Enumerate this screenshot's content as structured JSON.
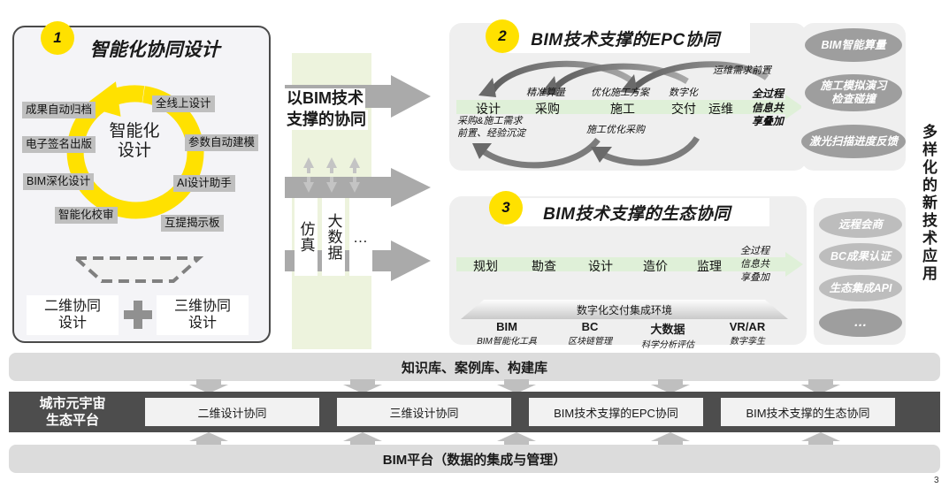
{
  "panel1": {
    "badge": "1",
    "title": "智能化协同设计",
    "center": "智能化\n设计",
    "center_line1": "智能化",
    "center_line2": "设计",
    "chips_left": [
      "成果自动归档",
      "电子签名出版",
      "BIM深化设计",
      "智能化校审"
    ],
    "chips_right": [
      "全线上设计",
      "参数自动建模",
      "AI设计助手",
      "互提揭示板"
    ],
    "bottom_left": "二维协同\n设计",
    "bottom_left_l1": "二维协同",
    "bottom_left_l2": "设计",
    "plus": "+",
    "bottom_right_l1": "三维协同",
    "bottom_right_l2": "设计"
  },
  "middle": {
    "headline_l1": "以BIM技术",
    "headline_l2": "支撑的协同",
    "boxes": [
      "仿真",
      "大数据",
      "…"
    ]
  },
  "panel2": {
    "badge": "2",
    "title": "BIM技术支撑的EPC协同",
    "stages": [
      "设计",
      "采购",
      "施工",
      "交付",
      "运维"
    ],
    "above_labels": [
      "精准算量",
      "优化施工方案",
      "数字化"
    ],
    "top_right_anno": "运维需求前置",
    "below_anno_1_l1": "采购&施工需求",
    "below_anno_1_l2": "前置、经验沉淀",
    "below_anno_2": "施工优化采购",
    "tail_l1": "全过程",
    "tail_l2": "信息共",
    "tail_l3": "享叠加"
  },
  "panel3": {
    "badge": "3",
    "title": "BIM技术支撑的生态协同",
    "stages": [
      "规划",
      "勘查",
      "设计",
      "造价",
      "监理"
    ],
    "tail_l1": "全过程",
    "tail_l2": "信息共",
    "tail_l3": "享叠加",
    "env_title": "数字化交付集成环境",
    "techs": [
      {
        "name": "BIM",
        "sub": "BIM智能化工具"
      },
      {
        "name": "BC",
        "sub": "区块链管理"
      },
      {
        "name": "大数据",
        "sub": "科学分析评估"
      },
      {
        "name": "VR/AR",
        "sub": "数字孪生"
      }
    ]
  },
  "pills_top": [
    "BIM智能算量",
    "施工模拟演习\n检查碰撞",
    "激光扫描进度反馈"
  ],
  "pills_top_items": [
    {
      "l1": "BIM智能算量",
      "l2": ""
    },
    {
      "l1": "施工模拟演习",
      "l2": "检查碰撞"
    },
    {
      "l1": "激光扫描进度反馈",
      "l2": ""
    }
  ],
  "pills_bottom_items": [
    {
      "l1": "远程会商",
      "l2": ""
    },
    {
      "l1": "BC成果认证",
      "l2": ""
    },
    {
      "l1": "生态集成API",
      "l2": ""
    },
    {
      "l1": "…",
      "l2": ""
    }
  ],
  "right_caption": "多样化的新技术应用",
  "bottom": {
    "knowledge_bar": "知识库、案例库、构建库",
    "platform_l1": "城市元宇宙",
    "platform_l2": "生态平台",
    "platform_items": [
      "二维设计协同",
      "三维设计协同",
      "BIM技术支撑的EPC协同",
      "BIM技术支撑的生态协同"
    ],
    "bim_bar": "BIM平台（数据的集成与管理）"
  },
  "page_number": "3",
  "colors": {
    "yellow": "#ffe100",
    "panel_grey": "#efefef",
    "band_green": "#dff0d8",
    "column_green": "#edf3dd",
    "chip_grey": "#bfbfbf",
    "arrow_grey": "#b0b0b0",
    "dark_bar": "#4d4d4d",
    "pill_grey": "#9e9e9e"
  }
}
